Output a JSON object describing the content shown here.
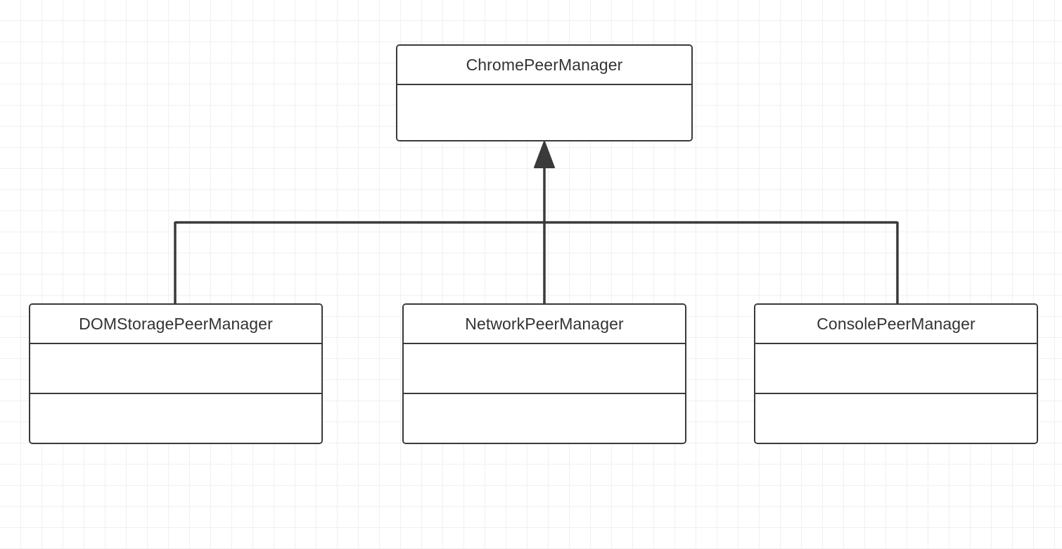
{
  "diagram": {
    "type": "uml-class-diagram",
    "title": "ChromePeerManager inheritance hierarchy",
    "background": {
      "color": "#ffffff",
      "grid_minor_color": "#f0f0f0",
      "grid_major_color": "#e6e6e6",
      "grid_minor_size": 30,
      "grid_major_size": 90
    },
    "style": {
      "border_color": "#3a3a3a",
      "text_color": "#333333",
      "fill_color": "#ffffff",
      "edge_color": "#3a3a3a"
    },
    "classes": [
      {
        "id": "chrome",
        "name": "ChromePeerManager",
        "role": "superclass",
        "compartments": 1,
        "attributes": [],
        "methods": []
      },
      {
        "id": "domstorage",
        "name": "DOMStoragePeerManager",
        "role": "subclass",
        "compartments": 2,
        "attributes": [],
        "methods": []
      },
      {
        "id": "network",
        "name": "NetworkPeerManager",
        "role": "subclass",
        "compartments": 2,
        "attributes": [],
        "methods": []
      },
      {
        "id": "console",
        "name": "ConsolePeerManager",
        "role": "subclass",
        "compartments": 2,
        "attributes": [],
        "methods": []
      }
    ],
    "relationships": [
      {
        "kind": "generalization",
        "from": "DOMStoragePeerManager",
        "to": "ChromePeerManager",
        "arrow": "solid-triangle"
      },
      {
        "kind": "generalization",
        "from": "NetworkPeerManager",
        "to": "ChromePeerManager",
        "arrow": "solid-triangle"
      },
      {
        "kind": "generalization",
        "from": "ConsolePeerManager",
        "to": "ChromePeerManager",
        "arrow": "solid-triangle"
      }
    ]
  }
}
